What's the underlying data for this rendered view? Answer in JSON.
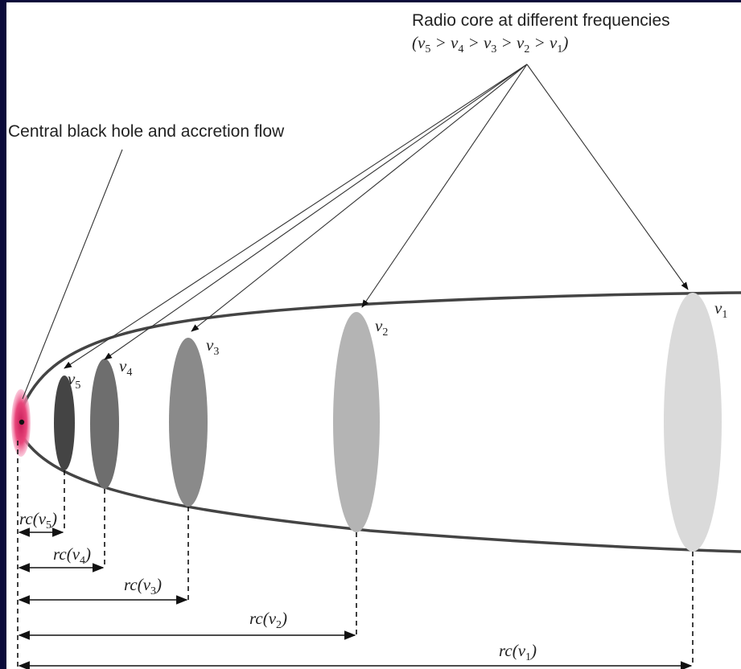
{
  "title": "Radio core at different frequencies",
  "condition": "(ν5 > ν4 > ν3 > ν2 > ν1)",
  "center_label": "Central black hole and accretion flow",
  "frequencies": [
    "ν5",
    "ν4",
    "ν3",
    "ν2",
    "ν1"
  ],
  "distances": [
    "rc(ν5)",
    "rc(ν4)",
    "rc(ν3)",
    "rc(ν2)",
    "rc(ν1)"
  ],
  "colors": {
    "background": "#0a0a3a",
    "accretion": "#e8457a",
    "core_v5": "#444444",
    "core_v4": "#6e6e6e",
    "core_v3": "#8a8a8a",
    "core_v2": "#b4b4b4",
    "core_v1": "#dadada"
  }
}
